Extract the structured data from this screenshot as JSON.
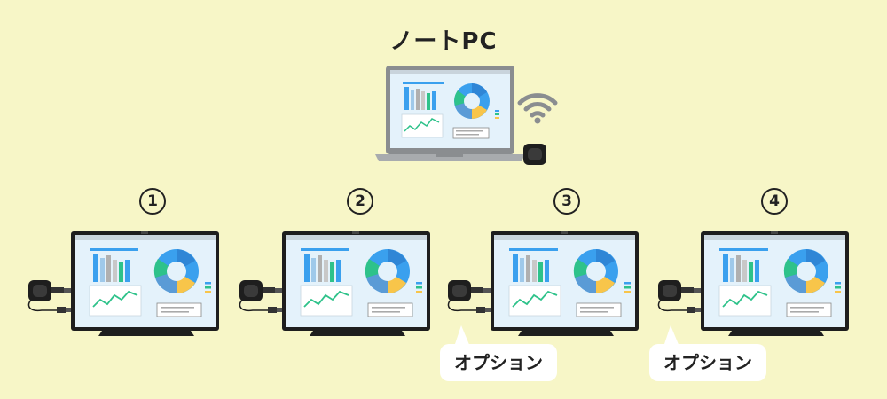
{
  "title": "ノートPC",
  "stations": [
    {
      "number": "1"
    },
    {
      "number": "2"
    },
    {
      "number": "3"
    },
    {
      "number": "4"
    }
  ],
  "option_label_3": "オプション",
  "option_label_4": "オプション",
  "colors": {
    "background": "#f7f6c7",
    "screen_bg": "#e4f2fb",
    "accent_blue": "#3aa0ee",
    "accent_green": "#2ec28a",
    "accent_yellow": "#f8c54a",
    "device_dark": "#1e1e1e",
    "laptop_gray": "#8a8d90"
  }
}
